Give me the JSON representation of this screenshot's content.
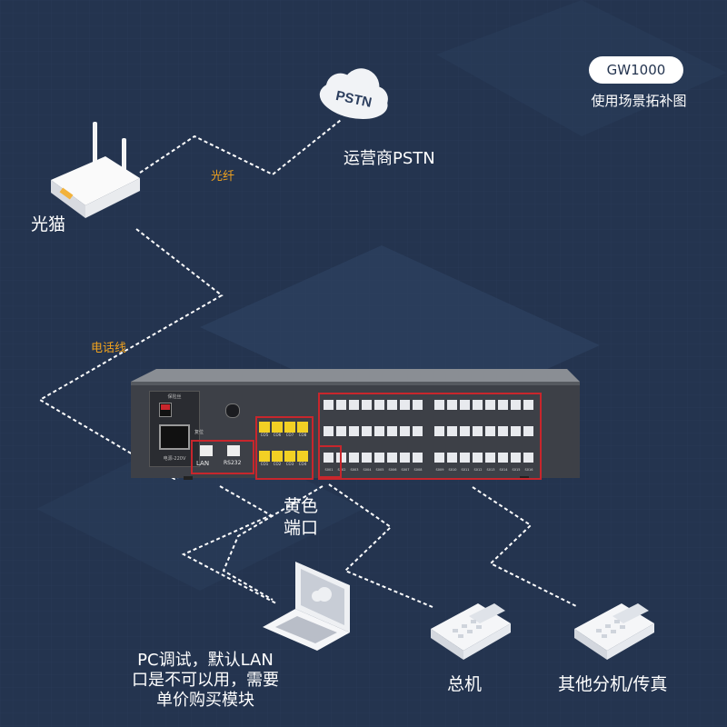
{
  "header": {
    "model": "GW1000",
    "subtitle": "使用场景拓补图"
  },
  "labels": {
    "pstn_cloud": "PSTN",
    "pstn": "运营商PSTN",
    "fiber": "光纤",
    "modem": "光猫",
    "phone_line": "电话线",
    "yellow_port_line1": "黄色",
    "yellow_port_line2": "端口",
    "pc_note_line1": "PC调试，默认LAN",
    "pc_note_line2": "口是不可以用，需要",
    "pc_note_line3": "单价购买模块",
    "main_phone": "总机",
    "other_ext": "其他分机/传真"
  },
  "device": {
    "power_label": "电源-220V",
    "fuse_label": "保险丝",
    "reset_label": "复位",
    "lan": "LAN",
    "rs232": "RS232",
    "fxo_top": [
      "CO5",
      "CO6",
      "CO7",
      "CO8"
    ],
    "fxo_bottom": [
      "CO1",
      "CO2",
      "CO3",
      "CO4"
    ],
    "ext_left": [
      "S001",
      "S002",
      "S003",
      "S004",
      "S005",
      "S006",
      "S007",
      "S008"
    ],
    "ext_right": [
      "S009",
      "S010",
      "S011",
      "S012",
      "S013",
      "S014",
      "S015",
      "S016"
    ]
  },
  "colors": {
    "background": "#24344f",
    "accent_red": "#c8262c",
    "port_yellow": "#f2d024",
    "label_orange": "#f0a21e"
  }
}
